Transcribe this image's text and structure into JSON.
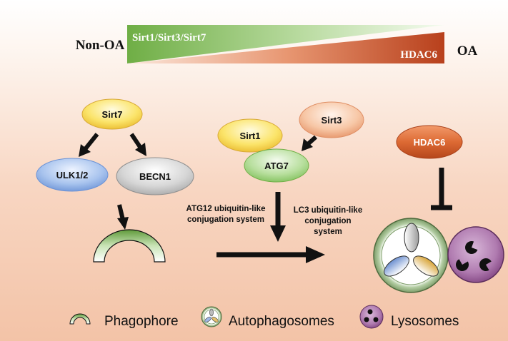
{
  "header": {
    "left_label": "Non-OA",
    "right_label": "OA",
    "green_label": "Sirt1/Sirt3/Sirt7",
    "red_label": "HDAC6"
  },
  "nodes": {
    "sirt7": "Sirt7",
    "ulk": "ULK1/2",
    "becn1": "BECN1",
    "sirt1": "Sirt1",
    "sirt3": "Sirt3",
    "atg7": "ATG7",
    "hdac6": "HDAC6"
  },
  "labels": {
    "atg12_line1": "ATG12 ubiquitin-like",
    "atg12_line2": "conjugation system",
    "lc3_line1": "LC3 ubiquitin-like",
    "lc3_line2": "conjugation",
    "lc3_line3": "system"
  },
  "legend": {
    "phagophore": "Phagophore",
    "autophagosomes": "Autophagosomes",
    "lysosomes": "Lysosomes"
  }
}
